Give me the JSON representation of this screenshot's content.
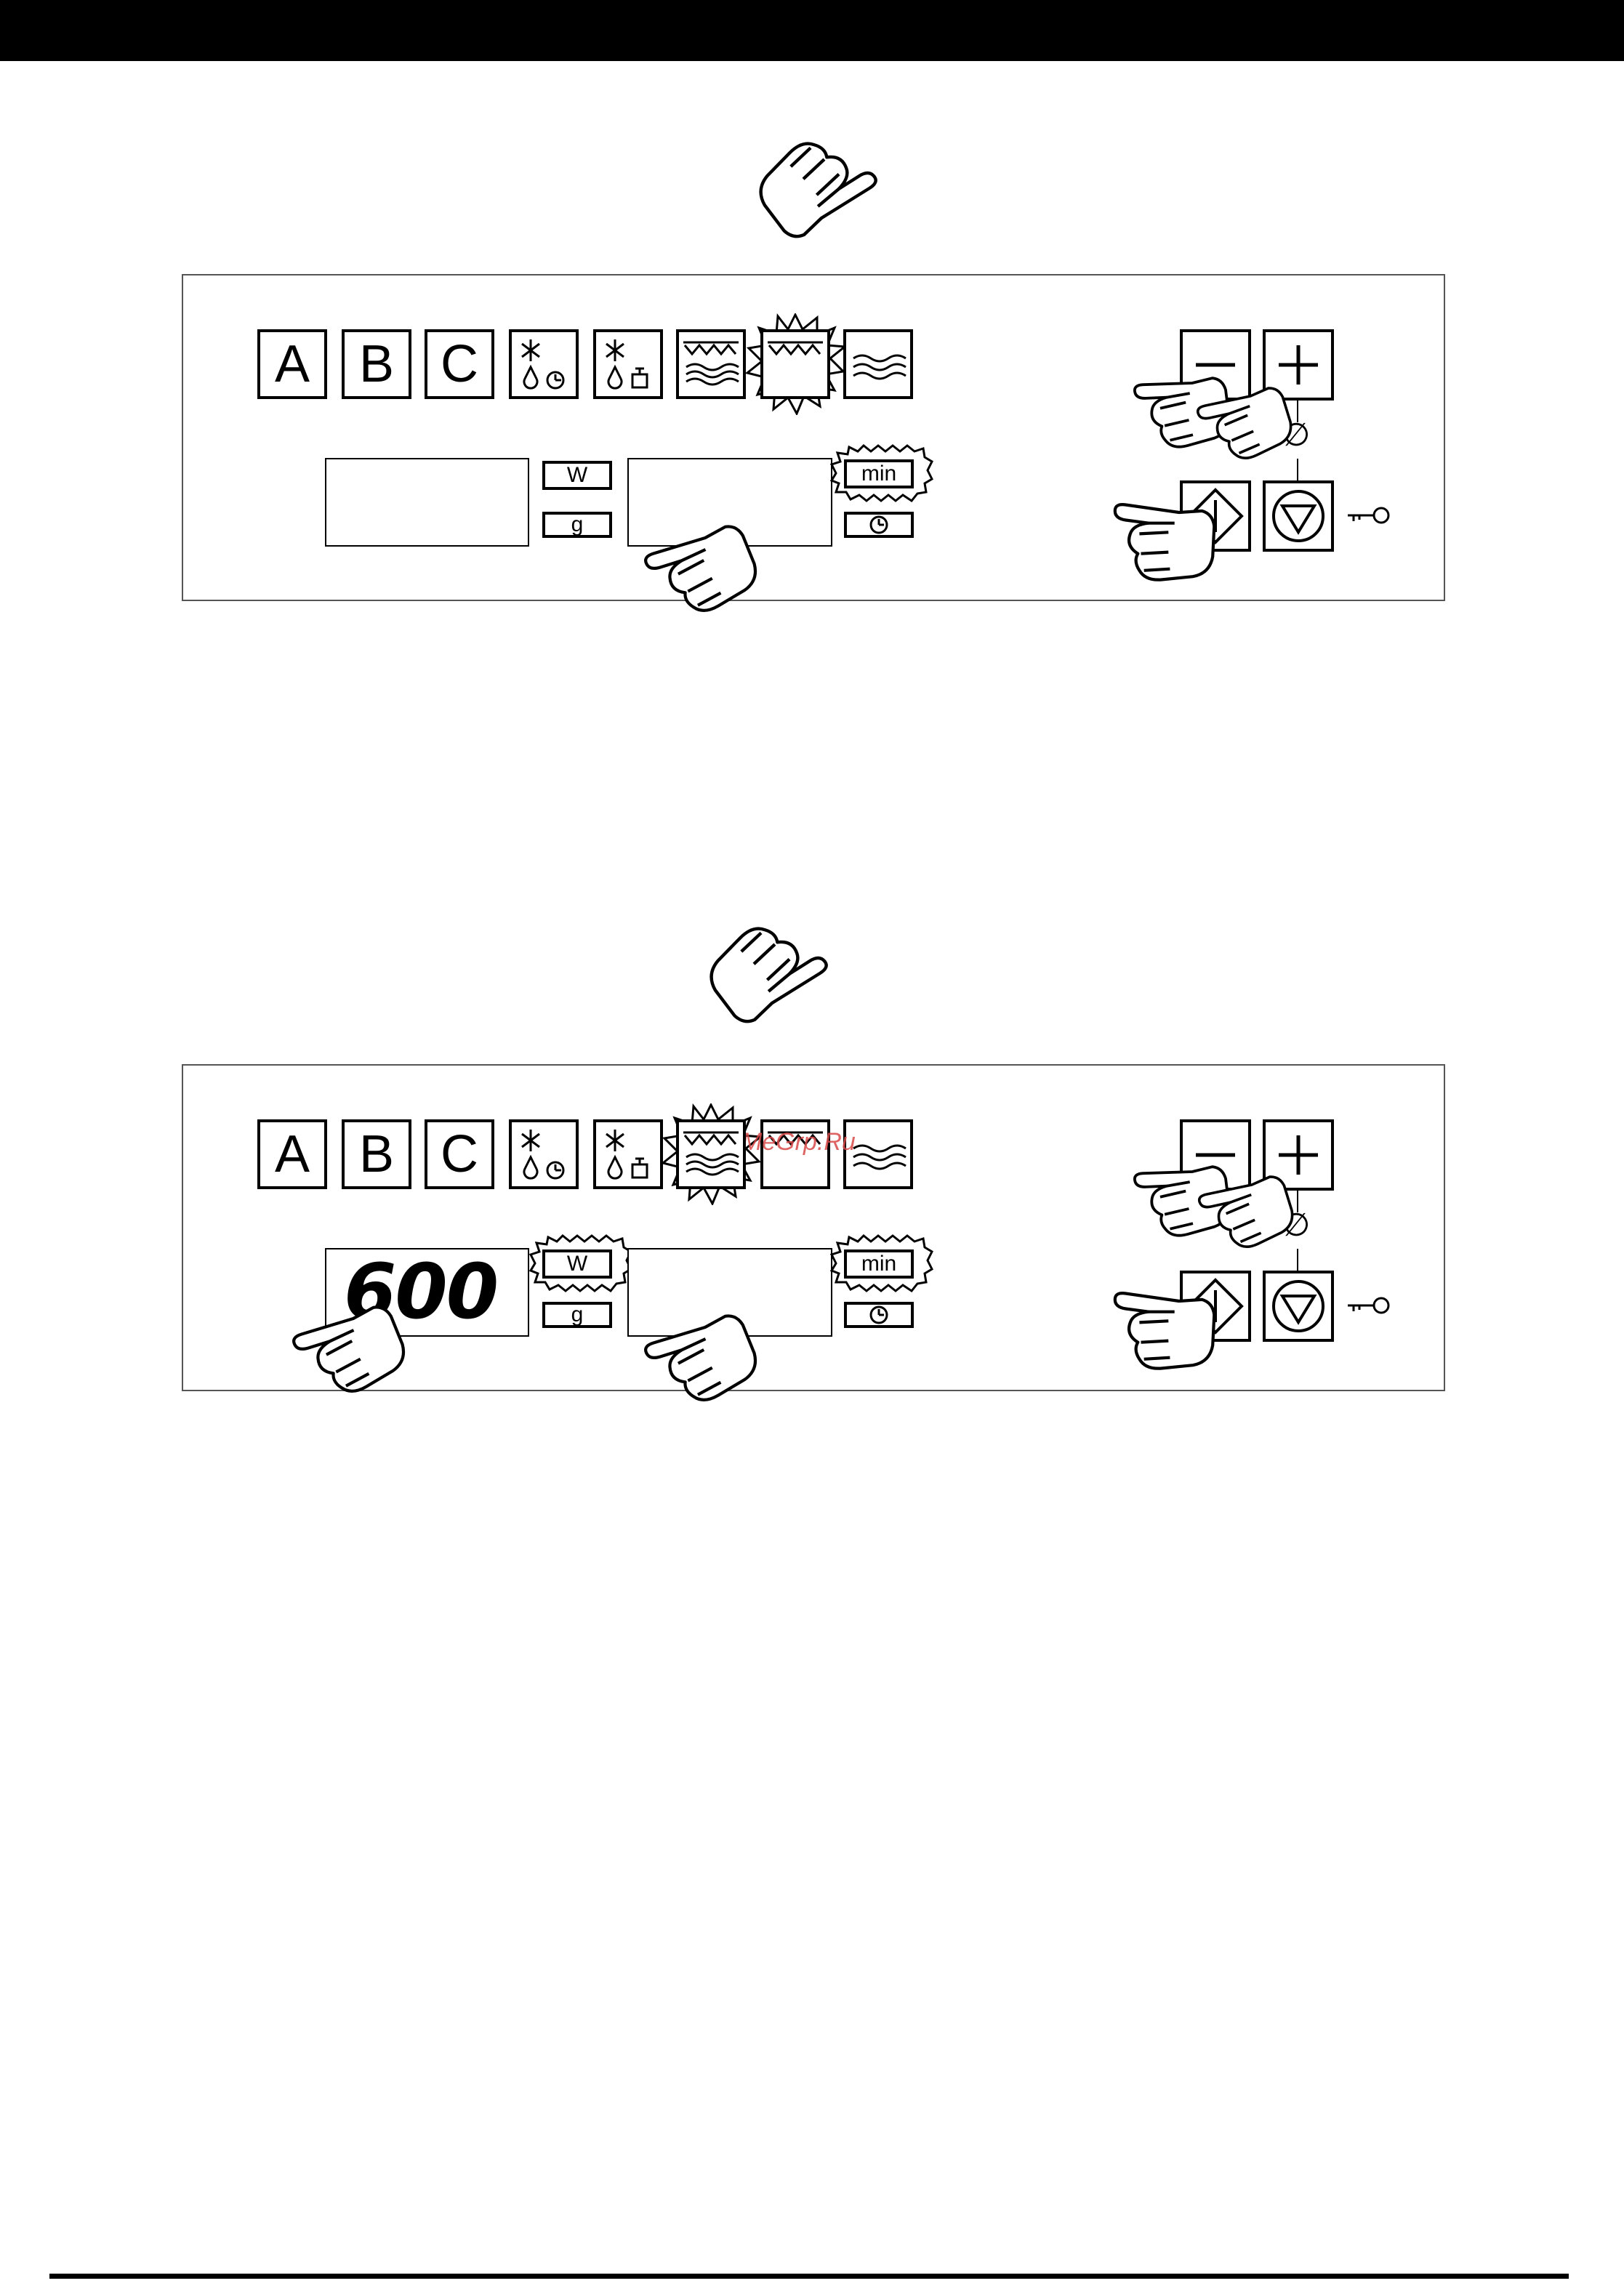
{
  "panels": [
    {
      "keys": [
        {
          "label": "A",
          "icon": "letter"
        },
        {
          "label": "B",
          "icon": "letter"
        },
        {
          "label": "C",
          "icon": "letter"
        },
        {
          "label": "",
          "icon": "defrost-time-icon"
        },
        {
          "label": "",
          "icon": "defrost-weight-icon"
        },
        {
          "label": "",
          "icon": "grill-microwave-icon"
        },
        {
          "label": "",
          "icon": "grill-icon"
        },
        {
          "label": "",
          "icon": "microwave-icon"
        }
      ],
      "highlighted_key": "grill-icon",
      "display_left": "",
      "display_mid": "",
      "watt_label": "W",
      "gram_label": "g",
      "min_label": "min",
      "highlighted_labels": [
        "min"
      ]
    },
    {
      "keys": [
        {
          "label": "A",
          "icon": "letter"
        },
        {
          "label": "B",
          "icon": "letter"
        },
        {
          "label": "C",
          "icon": "letter"
        },
        {
          "label": "",
          "icon": "defrost-time-icon"
        },
        {
          "label": "",
          "icon": "defrost-weight-icon"
        },
        {
          "label": "",
          "icon": "grill-microwave-icon"
        },
        {
          "label": "",
          "icon": "grill-icon"
        },
        {
          "label": "",
          "icon": "microwave-icon"
        }
      ],
      "highlighted_key": "grill-microwave-icon",
      "display_left": "600",
      "display_mid": "",
      "watt_label": "W",
      "gram_label": "g",
      "min_label": "min",
      "highlighted_labels": [
        "W",
        "min"
      ]
    }
  ],
  "controls": {
    "minus_icon": "minus-icon",
    "plus_icon": "plus-icon",
    "zero_symbol": "∅",
    "start_icon": "start-icon",
    "stop_icon": "stop-icon",
    "lock_icon": "key-lock-icon"
  },
  "watermark": "MeGrp.Ru",
  "colors": {
    "ink": "#000000",
    "watermark": "#d94a4a",
    "frame": "#555555"
  }
}
